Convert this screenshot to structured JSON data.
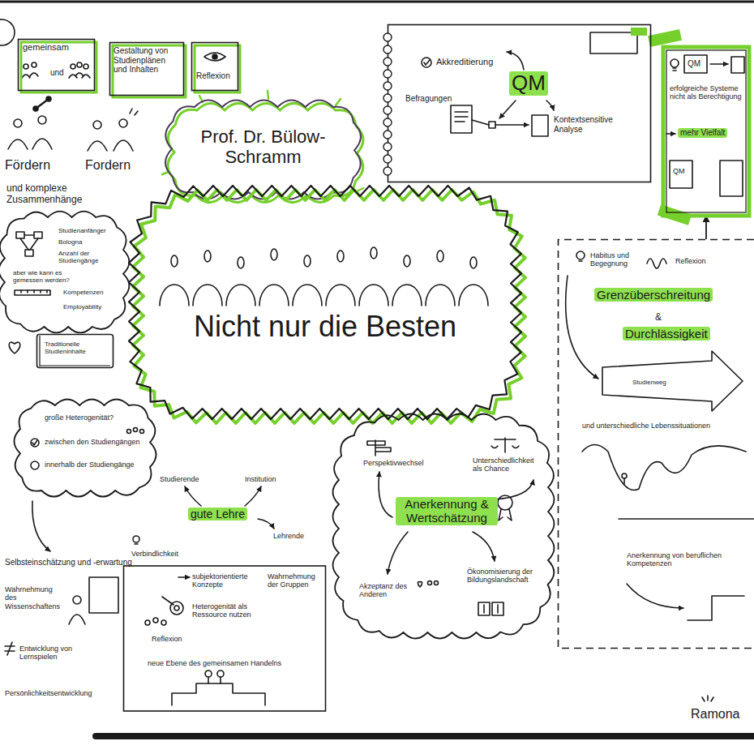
{
  "diagram": {
    "nodes": [
      {
        "text": [
          "gemeinsam",
          "und"
        ]
      },
      {
        "text": [
          "Gestaltung von Studienplänen und Inhalten"
        ]
      },
      {
        "text": [
          "Reflexion"
        ]
      },
      {
        "text": [
          "Prof. Dr. Bülow-Schramm"
        ]
      },
      {
        "text": [
          "Nicht nur die Besten"
        ]
      },
      {
        "text": [
          "QM",
          "Akkreditierung",
          "Befragungen",
          "Kontextsensitive Analyse"
        ]
      },
      {
        "text": [
          "QM",
          "erfolgreiche Systeme nicht als Berechtigung",
          "mehr Vielfalt",
          "QM"
        ]
      },
      {
        "text": [
          "Studienanfänger",
          "Bologna",
          "Anzahl der Studiengänge",
          "aber wie kann es gemessen werden?",
          "Kompetenzen",
          "Employability"
        ]
      },
      {
        "text": [
          "Traditionelle Studieninhalte"
        ]
      },
      {
        "text": [
          "große Heterogenität?",
          "zwischen den Studiengängen",
          "innerhalb der Studiengänge"
        ]
      },
      {
        "text": [
          "gute Lehre",
          "Studierende",
          "Institution",
          "Lehrende",
          "Verbindlichkeit",
          "subjektorientierte Konzepte",
          "Wahrnehmung der Gruppen",
          "Heterogenität als Ressource nutzen",
          "Reflexion",
          "neue Ebene des gemeinsamen Handelns"
        ]
      },
      {
        "text": [
          "Anerkennung & Wertschätzung",
          "Perspektivwechsel",
          "Unterschiedlichkeit als Chance",
          "Akzeptanz des Anderen",
          "Ökonomisierung der Bildungslandschaft"
        ]
      },
      {
        "text": [
          "Habitus und Begegnung",
          "Reflexion",
          "Grenzüberschreitung",
          "&",
          "Durchlässigkeit",
          "Studienweg",
          "und unterschiedliche Lebenssituationen",
          "Anerkennung von beruflichen Kompetenzen"
        ]
      }
    ],
    "edges": [
      {
        "from": 12,
        "to": 6,
        "arrow": "to"
      }
    ],
    "labels": [
      "Fördern",
      "Fordern",
      "und komplexe Zusammenhänge",
      "Selbsteinschätzung und -erwartung",
      "Wahrnehmung des Wissenschaftens",
      "Entwicklung von Lernspielen",
      "Persönlichkeitsentwicklung",
      "Ramona"
    ]
  }
}
